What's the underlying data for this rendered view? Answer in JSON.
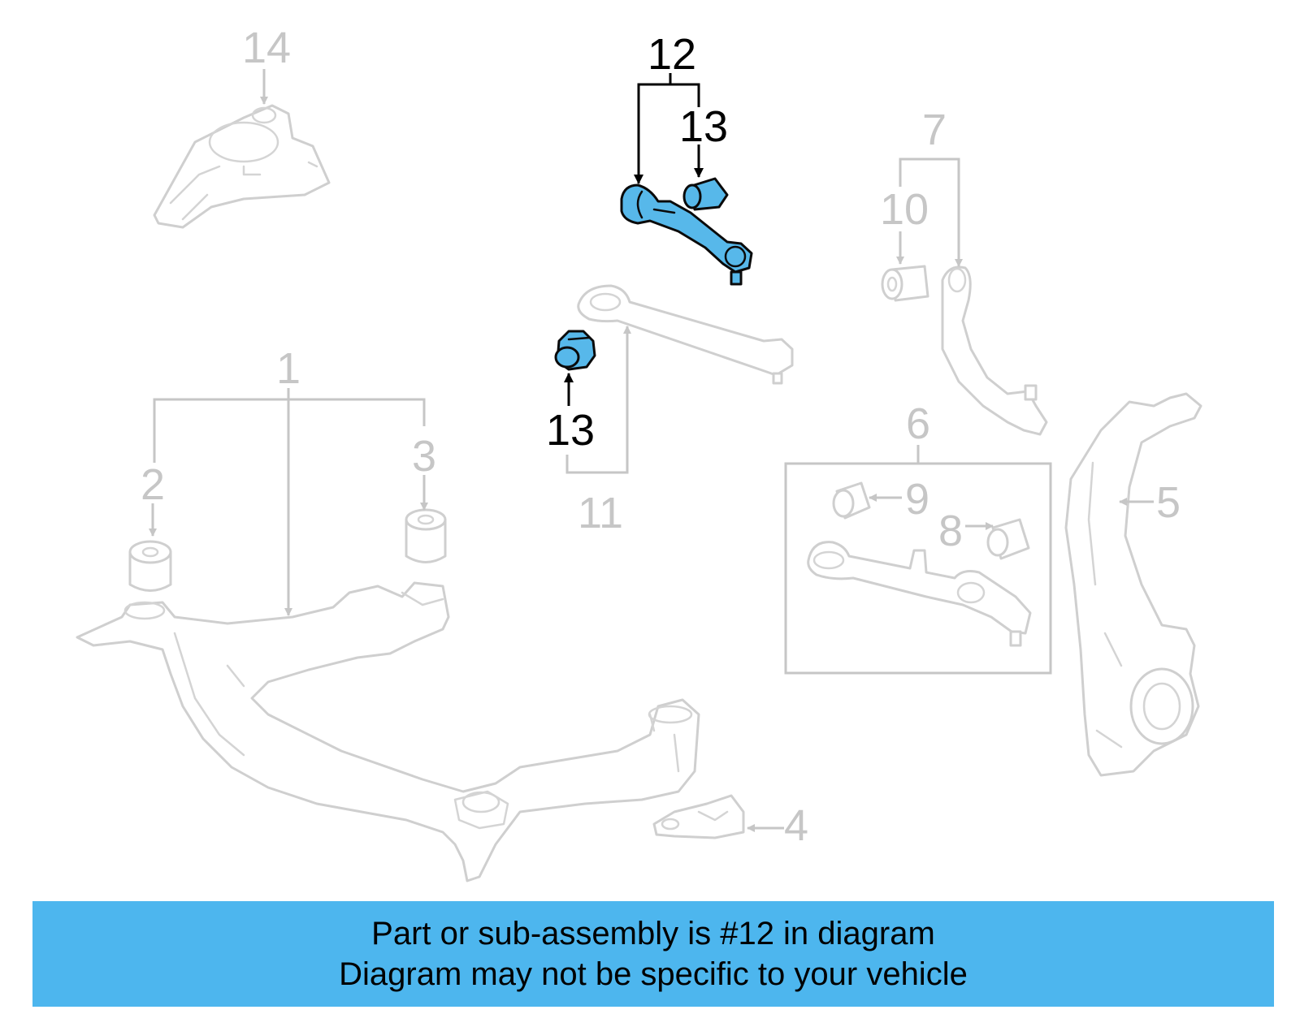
{
  "diagram": {
    "callouts": {
      "c1": "1",
      "c2": "2",
      "c3": "3",
      "c4": "4",
      "c5": "5",
      "c6": "6",
      "c7": "7",
      "c8": "8",
      "c9": "9",
      "c10": "10",
      "c11": "11",
      "c12": "12",
      "c13_top": "13",
      "c13_bottom": "13",
      "c14": "14"
    },
    "highlighted_part": "12",
    "colors": {
      "highlight": "#57b8ea",
      "muted": "#c6c6c6",
      "banner": "#4db6ee"
    }
  },
  "banner": {
    "line1": "Part or sub-assembly is #12 in diagram",
    "line2": "Diagram may not be specific to your vehicle"
  }
}
